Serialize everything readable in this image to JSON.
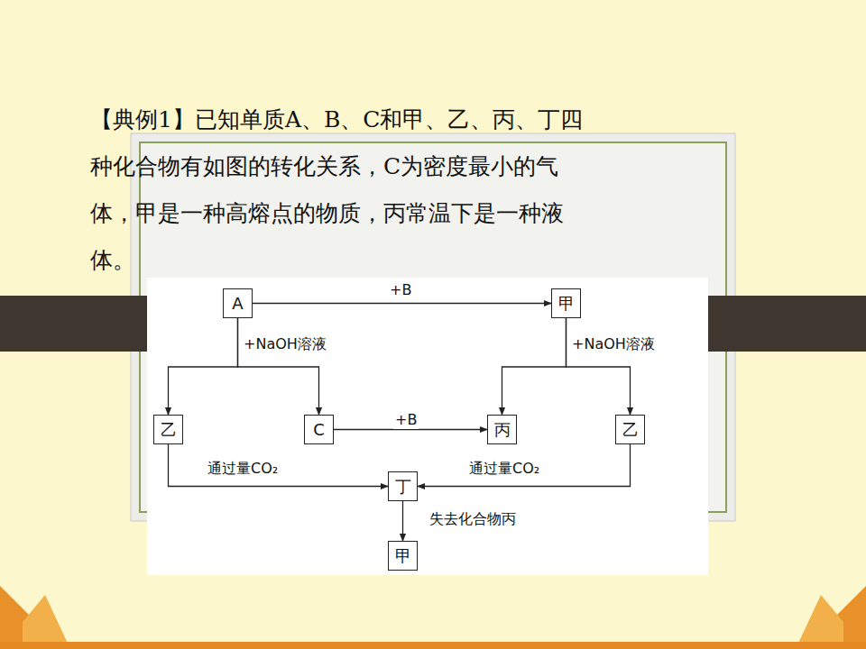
{
  "diagram": {
    "nodes": [
      {
        "text": [
          "A"
        ]
      },
      {
        "text": [
          "甲"
        ]
      },
      {
        "text": [
          "乙"
        ]
      },
      {
        "text": [
          "C"
        ]
      },
      {
        "text": [
          "丙"
        ]
      },
      {
        "text": [
          "乙"
        ]
      },
      {
        "text": [
          "丁"
        ]
      },
      {
        "text": [
          "甲"
        ]
      }
    ],
    "edges": [
      {
        "from": 0,
        "to": 1,
        "arrow": "to",
        "label": "+B"
      },
      {
        "from": 0,
        "to": 2,
        "arrow": "to",
        "label": "+NaOH溶液"
      },
      {
        "from": 0,
        "to": 3,
        "arrow": "to"
      },
      {
        "from": 1,
        "to": 4,
        "arrow": "to",
        "label": "+NaOH溶液"
      },
      {
        "from": 1,
        "to": 5,
        "arrow": "to"
      },
      {
        "from": 3,
        "to": 4,
        "arrow": "to",
        "label": "+B"
      },
      {
        "from": 2,
        "to": 6,
        "arrow": "to",
        "label": "通过量CO₂"
      },
      {
        "from": 5,
        "to": 6,
        "arrow": "to",
        "label": "通过量CO₂"
      },
      {
        "from": 6,
        "to": 7,
        "arrow": "to",
        "label": "失去化合物丙"
      }
    ],
    "labels": [
      "【典例1】已知单质A、B、C和甲、乙、丙、丁四种化合物有如图的转化关系，C为密度最小的气体，甲是一种高熔点的物质，丙常温下是一种液体。"
    ]
  }
}
